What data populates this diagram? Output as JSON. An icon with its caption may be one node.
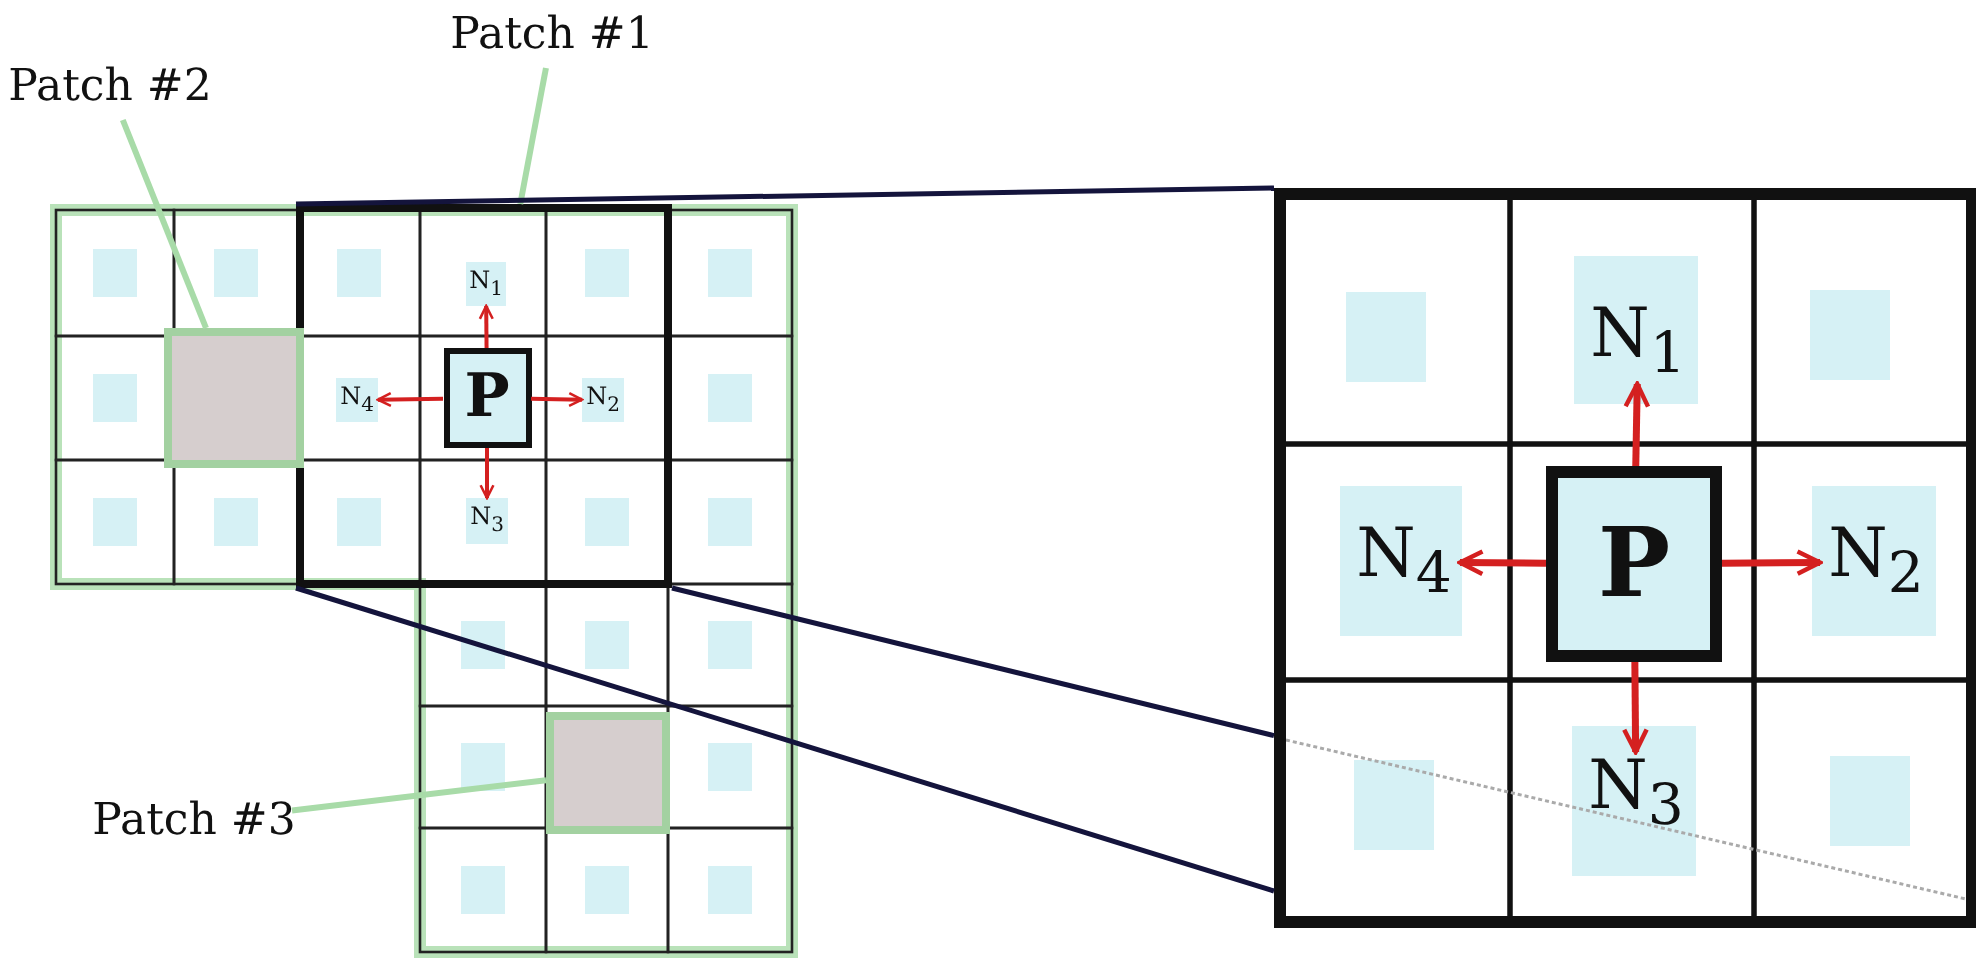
{
  "diagram": {
    "nodes": [
      {
        "text": [
          "Patch #1"
        ]
      },
      {
        "text": [
          "Patch #2"
        ]
      },
      {
        "text": [],
        "shape": "box"
      },
      {
        "text": [],
        "shape": "box"
      },
      {
        "text": [
          "P"
        ],
        "in": 2
      },
      {
        "text": [
          "N$_{1}$"
        ],
        "in": 2
      },
      {
        "text": [
          "N$_{2}$"
        ],
        "in": 2
      },
      {
        "text": [
          "N$_{3}$"
        ],
        "in": 2
      },
      {
        "text": [
          "N$_{4}$"
        ],
        "in": 2
      },
      {
        "text": [],
        "shape": "box"
      },
      {
        "text": [
          "P"
        ],
        "in": 9
      },
      {
        "text": [
          "N$_{1}$"
        ],
        "in": 9
      },
      {
        "text": [
          "N$_{2}$"
        ],
        "in": 9
      },
      {
        "text": [
          "N$_{3}$"
        ],
        "in": 9
      },
      {
        "text": [
          "N$_{4}$"
        ],
        "in": 9
      },
      {
        "text": [
          "Patch #3"
        ]
      },
      {
        "text": [],
        "shape": "box"
      }
    ],
    "edges": [
      {
        "from": 0,
        "to": 2,
        "arrow": "none",
        "color": "#a8dba8"
      },
      {
        "from": 1,
        "to": 3,
        "arrow": "none",
        "color": "#a8dba8"
      },
      {
        "from": 15,
        "to": 16,
        "arrow": "none",
        "color": "#a8dba8"
      },
      {
        "from": 4,
        "to": 5,
        "arrow": "to"
      },
      {
        "from": 4,
        "to": 6,
        "arrow": "to"
      },
      {
        "from": 4,
        "to": 7,
        "arrow": "to"
      },
      {
        "from": 4,
        "to": 8,
        "arrow": "to"
      },
      {
        "from": 10,
        "to": 11,
        "arrow": "to"
      },
      {
        "from": 10,
        "to": 12,
        "arrow": "to"
      },
      {
        "from": 10,
        "to": 13,
        "arrow": "to"
      },
      {
        "from": 10,
        "to": 14,
        "arrow": "to"
      },
      {
        "from": 2,
        "to": 9,
        "arrow": "none",
        "color": "#14143c"
      },
      {
        "from": 2,
        "to": 9,
        "arrow": "none",
        "color": "#14143c"
      },
      {
        "from": 2,
        "to": 9,
        "arrow": "none",
        "color": "#14143c"
      }
    ]
  }
}
